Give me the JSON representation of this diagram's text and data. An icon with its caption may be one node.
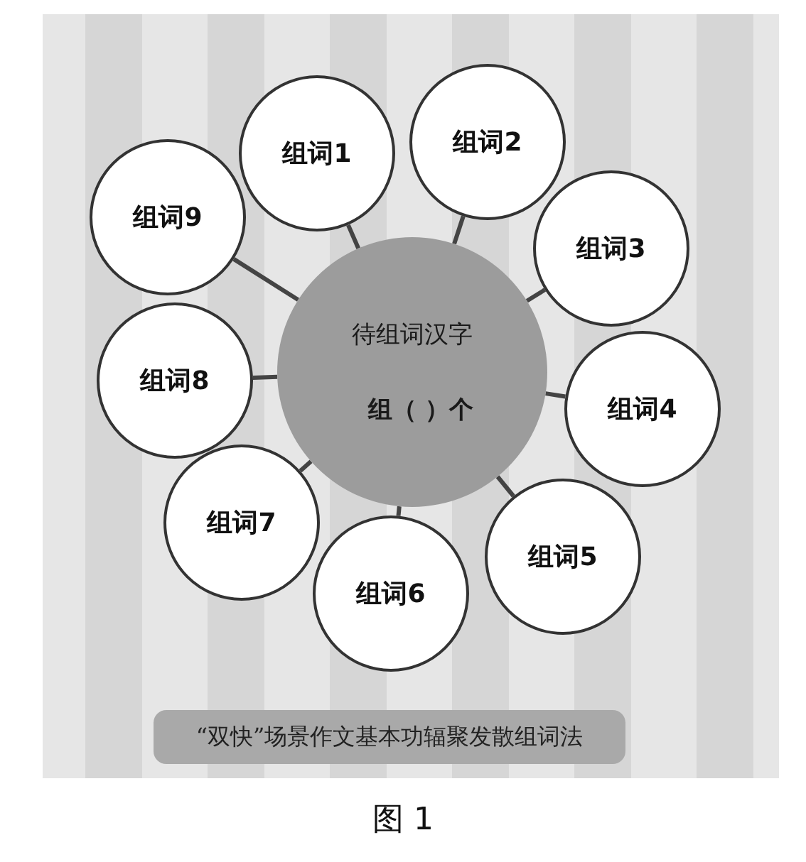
{
  "diagram": {
    "caption": "图 1",
    "nodes": [
      {
        "text": [
          "待组词汉字",
          "组（ ）个"
        ]
      },
      {
        "text": [
          "组词1"
        ]
      },
      {
        "text": [
          "组词2"
        ]
      },
      {
        "text": [
          "组词3"
        ]
      },
      {
        "text": [
          "组词4"
        ]
      },
      {
        "text": [
          "组词5"
        ]
      },
      {
        "text": [
          "组词6"
        ]
      },
      {
        "text": [
          "组词7"
        ]
      },
      {
        "text": [
          "组词8"
        ]
      },
      {
        "text": [
          "组词9"
        ]
      },
      {
        "text": [
          "“双快”场景作文基本功辐聚发散组词法"
        ]
      }
    ],
    "edges": [
      {
        "from": 0,
        "to": 1,
        "arrow": "none"
      },
      {
        "from": 0,
        "to": 2,
        "arrow": "none"
      },
      {
        "from": 0,
        "to": 3,
        "arrow": "none"
      },
      {
        "from": 0,
        "to": 4,
        "arrow": "none"
      },
      {
        "from": 0,
        "to": 5,
        "arrow": "none"
      },
      {
        "from": 0,
        "to": 6,
        "arrow": "none"
      },
      {
        "from": 0,
        "to": 7,
        "arrow": "none"
      },
      {
        "from": 0,
        "to": 8,
        "arrow": "none"
      },
      {
        "from": 0,
        "to": 9,
        "arrow": "none"
      }
    ]
  }
}
